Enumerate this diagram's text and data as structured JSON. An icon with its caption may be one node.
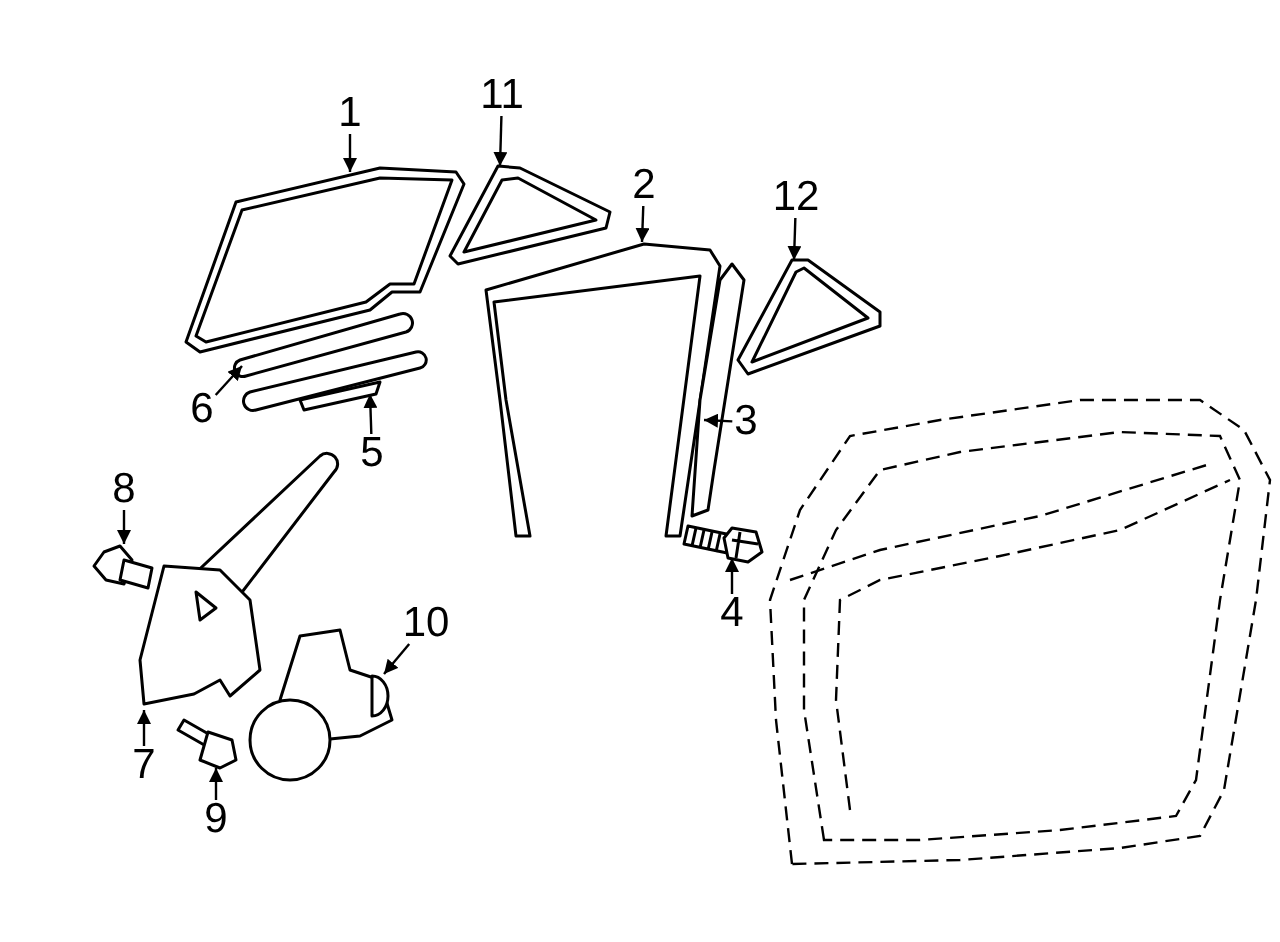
{
  "diagram": {
    "nodes": [
      {
        "text": [
          "1"
        ]
      },
      {
        "text": [
          "2"
        ]
      },
      {
        "text": [
          "3"
        ]
      },
      {
        "text": [
          "4"
        ]
      },
      {
        "text": [
          "5"
        ]
      },
      {
        "text": [
          "6"
        ]
      },
      {
        "text": [
          "7"
        ]
      },
      {
        "text": [
          "8"
        ]
      },
      {
        "text": [
          "9"
        ]
      },
      {
        "text": [
          "10"
        ]
      },
      {
        "text": [
          "11"
        ]
      },
      {
        "text": [
          "12"
        ]
      },
      {
        "text": [],
        "shape": "picture"
      },
      {
        "text": [],
        "shape": "picture"
      },
      {
        "text": [],
        "shape": "picture"
      },
      {
        "text": [],
        "shape": "picture"
      },
      {
        "text": [],
        "shape": "picture"
      },
      {
        "text": [],
        "shape": "picture"
      },
      {
        "text": [],
        "shape": "picture"
      },
      {
        "text": [],
        "shape": "picture"
      },
      {
        "text": [],
        "shape": "picture"
      },
      {
        "text": [],
        "shape": "picture"
      },
      {
        "text": [],
        "shape": "picture"
      },
      {
        "text": [],
        "shape": "picture"
      }
    ],
    "edges": [
      {
        "from": 0,
        "to": 12,
        "arrow": "to"
      },
      {
        "from": 1,
        "to": 13,
        "arrow": "to"
      },
      {
        "from": 2,
        "to": 14,
        "arrow": "to"
      },
      {
        "from": 3,
        "to": 15,
        "arrow": "to"
      },
      {
        "from": 4,
        "to": 16,
        "arrow": "to"
      },
      {
        "from": 5,
        "to": 17,
        "arrow": "to"
      },
      {
        "from": 6,
        "to": 18,
        "arrow": "to"
      },
      {
        "from": 7,
        "to": 19,
        "arrow": "to"
      },
      {
        "from": 8,
        "to": 20,
        "arrow": "to"
      },
      {
        "from": 9,
        "to": 21,
        "arrow": "to"
      },
      {
        "from": 10,
        "to": 22,
        "arrow": "to"
      },
      {
        "from": 11,
        "to": 23,
        "arrow": "to"
      }
    ]
  }
}
